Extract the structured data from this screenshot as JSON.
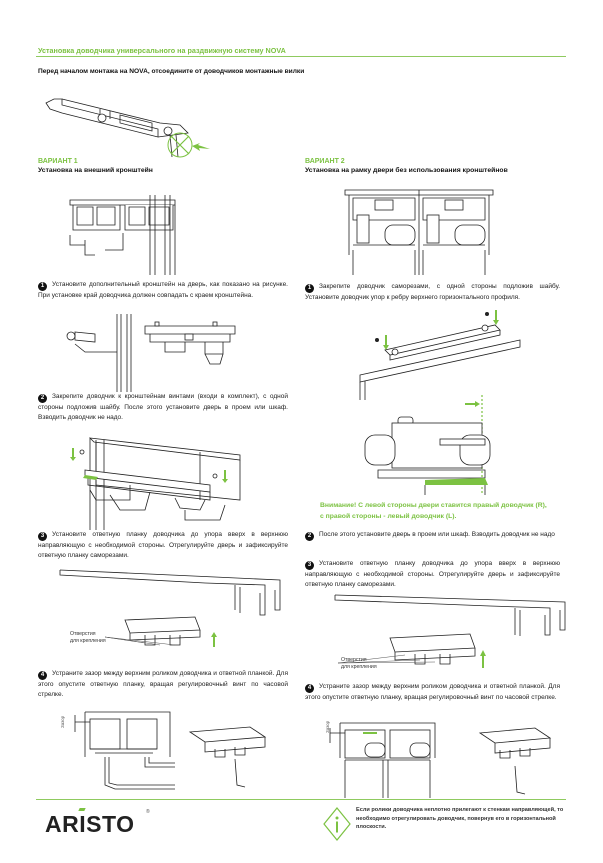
{
  "header": {
    "title": "Установка доводчика универсального на раздвижную систему NOVA",
    "intro": "Перед началом монтажа на NOVA, отсоедините от доводчиков монтажные вилки"
  },
  "variant1": {
    "label": "ВАРИАНТ 1",
    "subtitle": "Установка на внешний кронштейн",
    "steps": [
      {
        "num": "1",
        "text": "Установите дополнительный кронштейн на дверь, как показано на рисунке. При установке край доводчика должен совпадать с краем кронштейна."
      },
      {
        "num": "2",
        "text": "Закрепите доводчик к кронштейнам винтами (входи в комплект), с одной стороны подложив шайбу. После этого установите дверь в проем или шкаф. Взводить доводчик не надо."
      },
      {
        "num": "3",
        "text": "Установите ответную планку доводчика до упора вверх в верхнюю направляющую с необходимой стороны. Отрегулируйте дверь и зафиксируйте ответную  планку саморезами."
      },
      {
        "num": "4",
        "text": "Устраните зазор между верхним роликом доводчика и ответной планкой. Для этого опустите ответную планку, вращая регулировочный винт по часовой стрелке."
      }
    ],
    "callout_line1": "Отверстия",
    "callout_line2": "для крепления",
    "gap_label": "Зазор"
  },
  "variant2": {
    "label": "ВАРИАНТ 2",
    "subtitle": "Установка на рамку двери без использования кронштейнов",
    "steps": [
      {
        "num": "1",
        "text": "Закрепите доводчик саморезами, с одной стороны подложив шайбу. Установите доводчик упор к ребру верхнего горизонтального профиля."
      },
      {
        "num": "2",
        "text": "После этого установите дверь в проем или шкаф. Взводить доводчик не надо"
      },
      {
        "num": "3",
        "text": "Установите ответную планку доводчика до упора вверх в верхнюю направляющую с необходимой стороны. Отрегулируйте дверь и зафиксируйте ответную  планку саморезами."
      },
      {
        "num": "4",
        "text": "Устраните зазор между верхним роликом доводчика и ответной планкой. Для этого опустите ответную планку, вращая регулировочный винт по часовой стрелке."
      }
    ],
    "warning": "Внимание! С левой стороны двери ставится правый доводчик (R), с правой стороны - левый доводчик (L).",
    "callout_line1": "Отверстия",
    "callout_line2": "для крепления",
    "gap_label": "Зазор"
  },
  "footer": {
    "brand": "ARISTO",
    "registered": "®",
    "note_icon": "info-icon",
    "note": "Если ролики доводчика неплотно прилегают к стенкам направляющей, то необходимо отрегулировать доводчик, повернув его в горизонтальной плоскости."
  },
  "colors": {
    "accent": "#7cc242",
    "text": "#1a1a1a"
  }
}
